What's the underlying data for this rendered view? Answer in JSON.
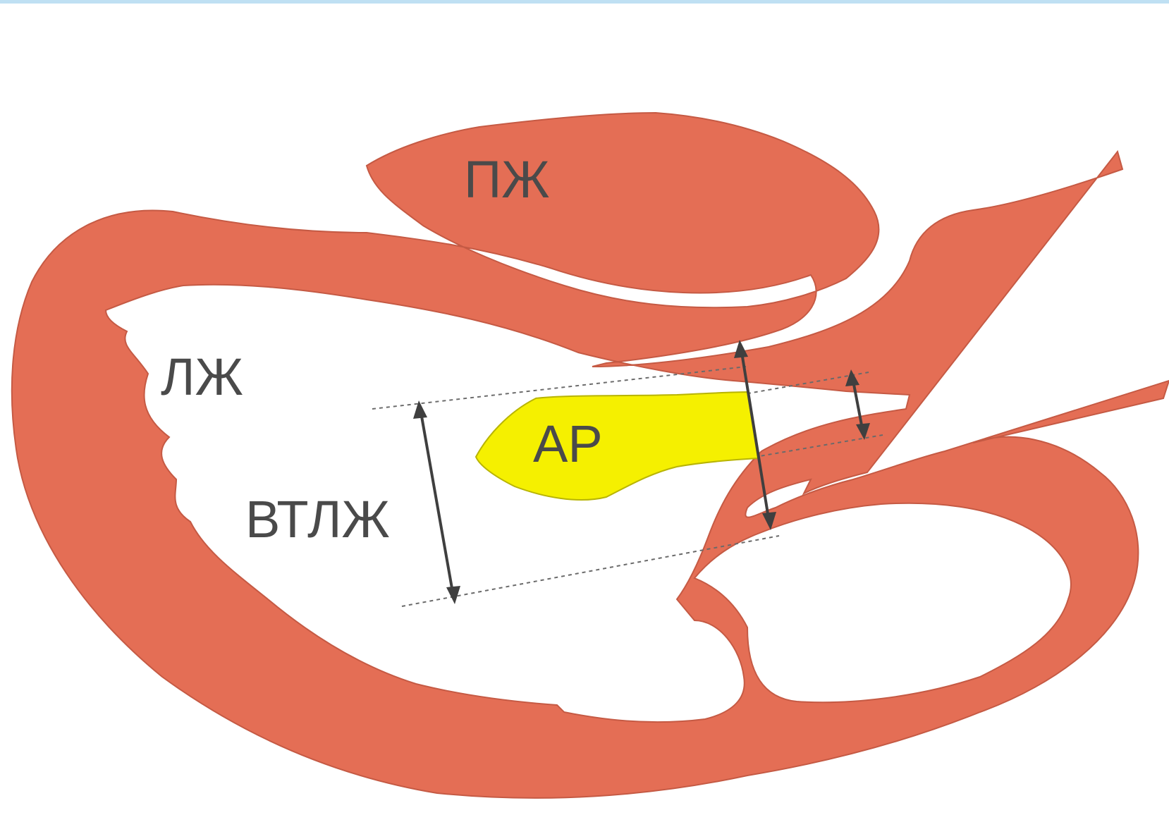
{
  "labels": {
    "rv": "ПЖ",
    "lv": "ЛЖ",
    "lvot": "ВТЛЖ",
    "ar": "АР"
  },
  "colors": {
    "myocardium": "#e46e55",
    "jet": "#f5f000",
    "text": "#4a4a4a",
    "measure_line": "#3f3f3f"
  }
}
